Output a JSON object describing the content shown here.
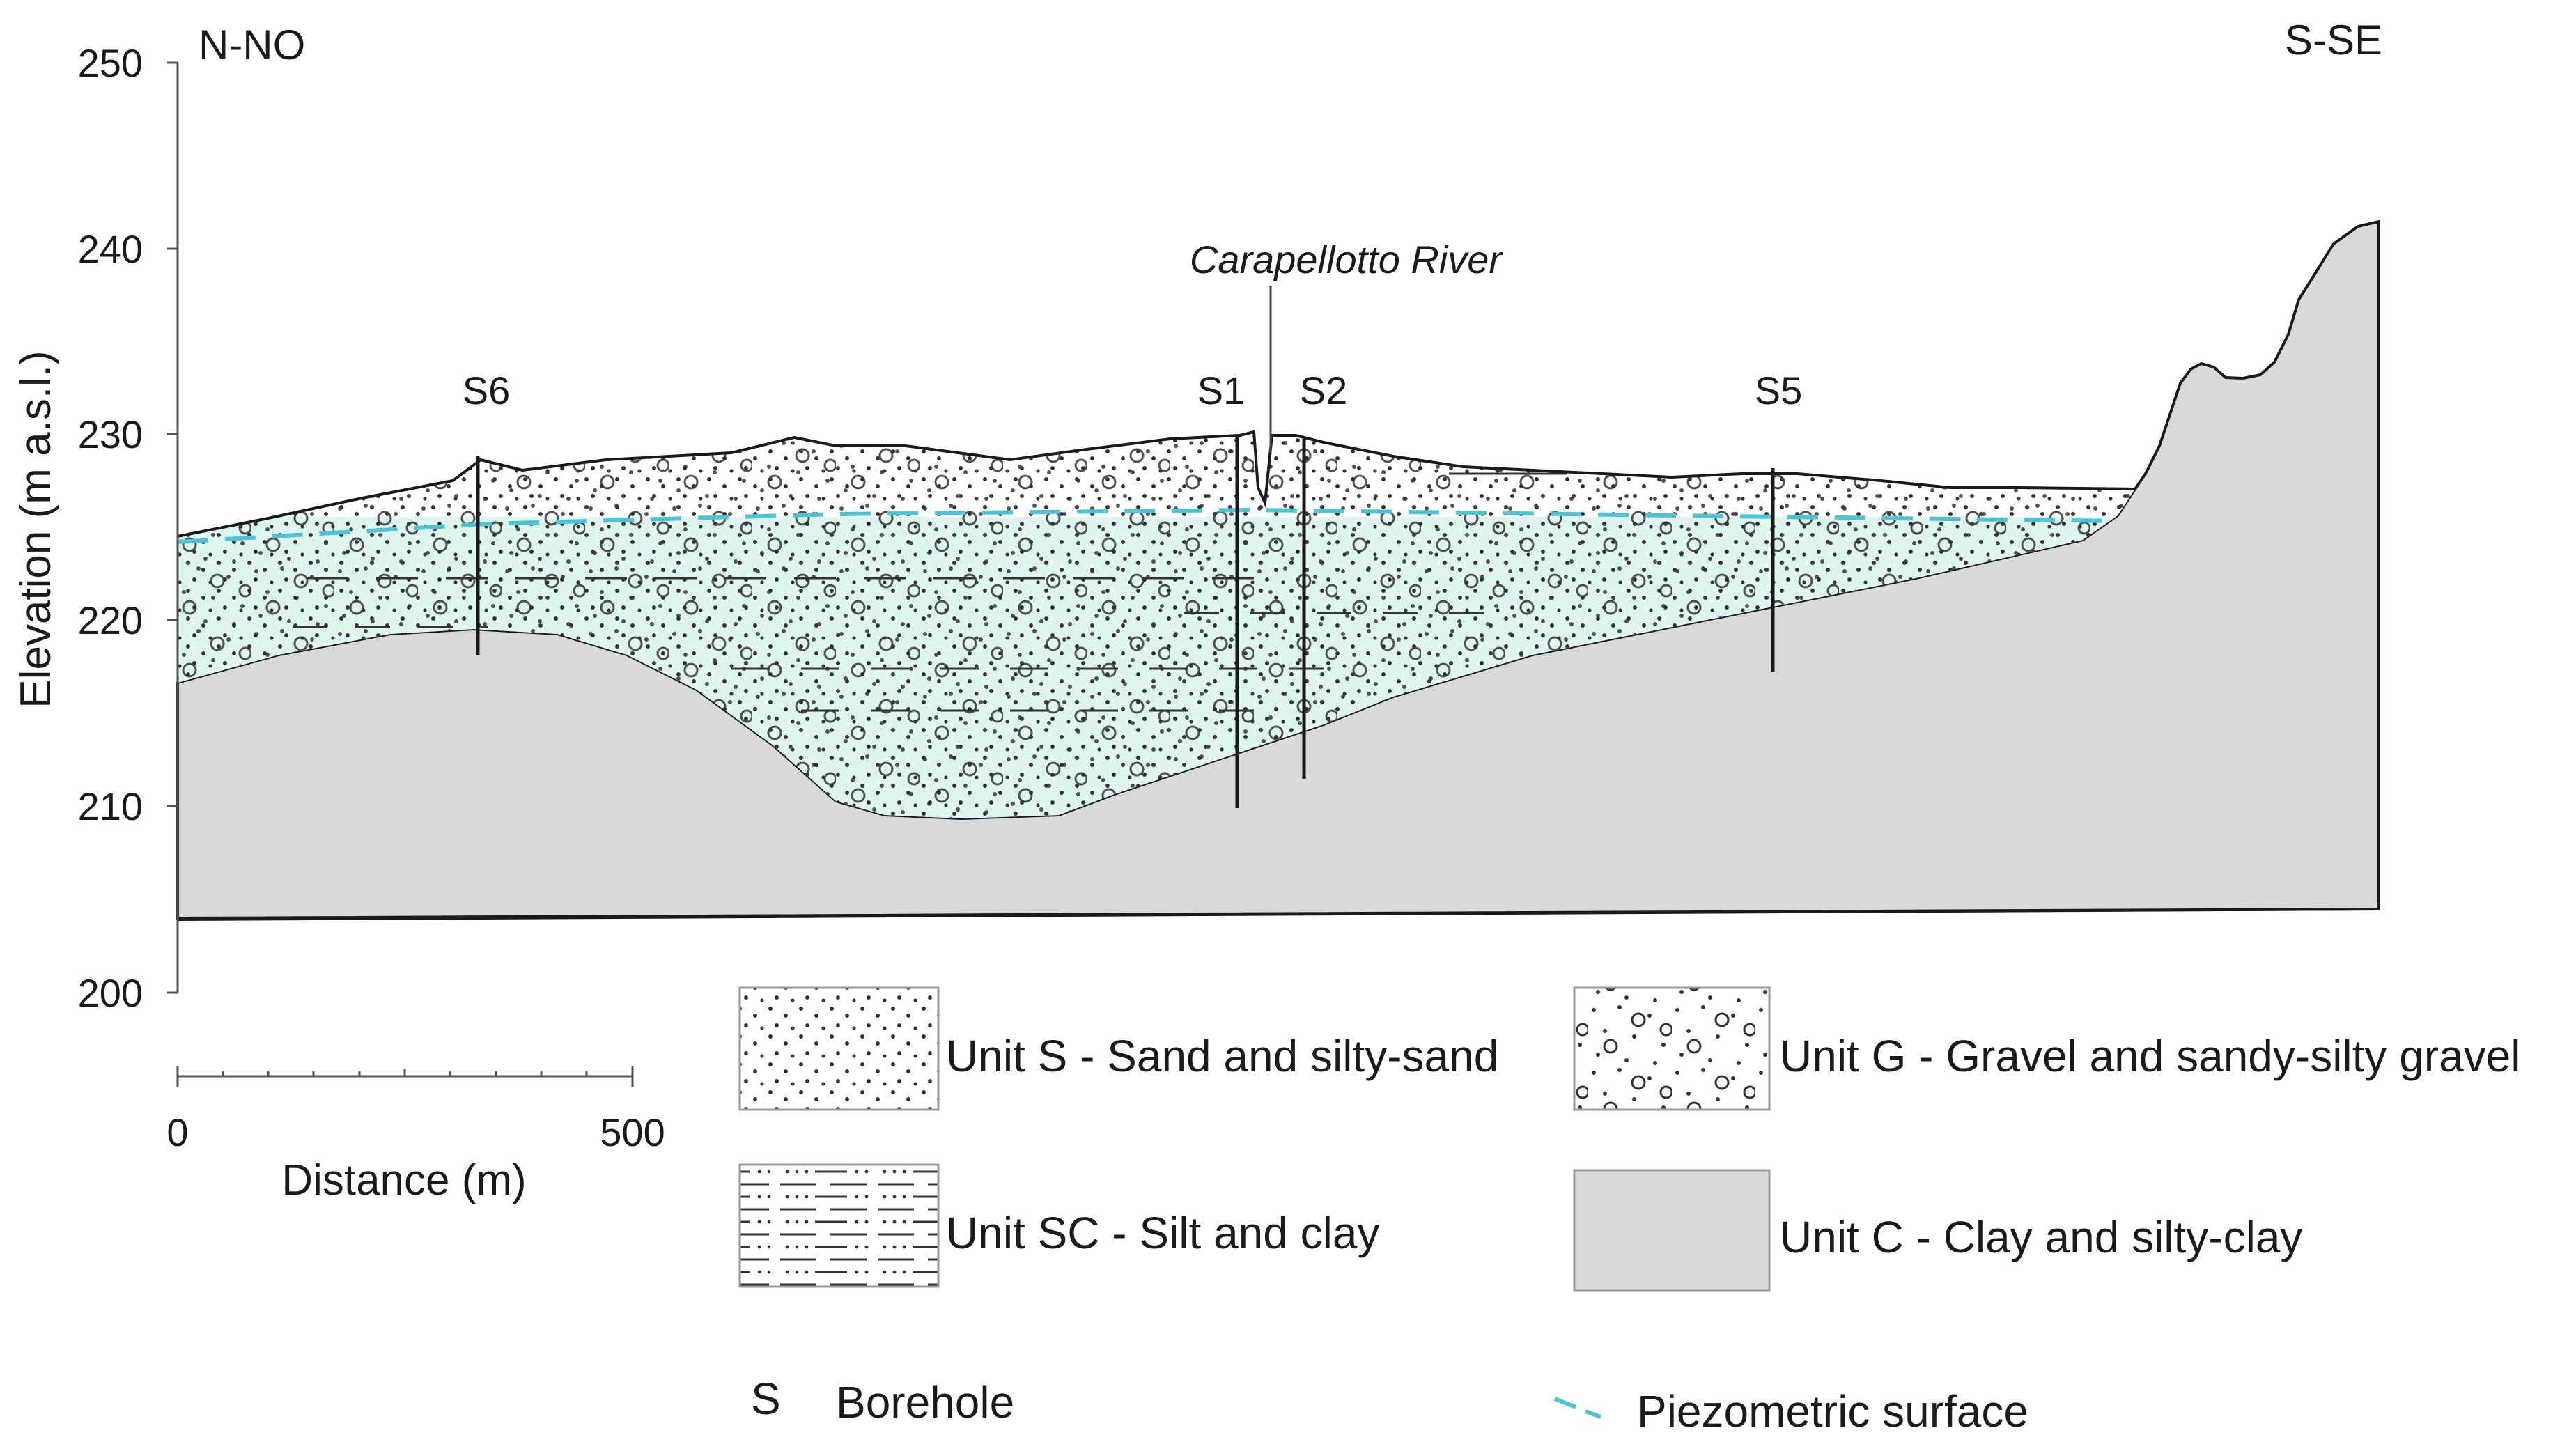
{
  "figure": {
    "orientation_left": "N-NO",
    "orientation_right": "S-SE",
    "y_axis": {
      "label": "Elevation (m a.s.l.)",
      "ticks": [
        "250",
        "240",
        "230",
        "220",
        "210",
        "200"
      ]
    },
    "scale_bar": {
      "label": "Distance (m)",
      "start": "0",
      "end": "500"
    },
    "river_label": "Carapellotto River",
    "boreholes": [
      "S6",
      "S1",
      "S2",
      "S5"
    ],
    "legend": {
      "unit_s": "Unit S - Sand and silty-sand",
      "unit_g": "Unit G - Gravel and sandy-silty gravel",
      "unit_sc": "Unit SC - Silt and clay",
      "unit_c": "Unit C - Clay and silty-clay",
      "borehole_symbol": "S",
      "borehole": "Borehole",
      "piezometric": "Piezometric surface"
    },
    "colors": {
      "clay": "#d9d9d9",
      "saturated": "#dff5ef",
      "piezometric_line": "#4fc3d6",
      "ink": "#1a1a1a"
    }
  }
}
